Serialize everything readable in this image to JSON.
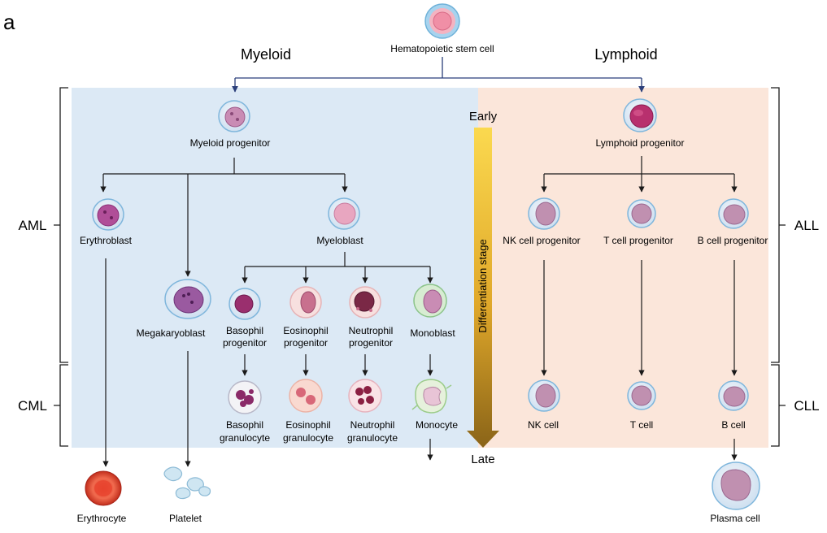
{
  "panel_label": "a",
  "root": {
    "label": "Hematopoietic stem cell"
  },
  "branches": {
    "myeloid": "Myeloid",
    "lymphoid": "Lymphoid"
  },
  "stages": {
    "early": "Early",
    "late": "Late",
    "axis_label": "Differentiation stage"
  },
  "leukemia": {
    "aml": "AML",
    "cml": "CML",
    "all": "ALL",
    "cll": "CLL"
  },
  "myeloid": {
    "progenitor": "Myeloid progenitor",
    "erythroblast": "Erythroblast",
    "megakaryoblast": "Megakaryoblast",
    "myeloblast": "Myeloblast",
    "basophil_progenitor": [
      "Basophil",
      "progenitor"
    ],
    "eosinophil_progenitor": [
      "Eosinophil",
      "progenitor"
    ],
    "neutrophil_progenitor": [
      "Neutrophil",
      "progenitor"
    ],
    "monoblast": "Monoblast",
    "basophil_granulocyte": [
      "Basophil",
      "granulocyte"
    ],
    "eosinophil_granulocyte": [
      "Eosinophil",
      "granulocyte"
    ],
    "neutrophil_granulocyte": [
      "Neutrophil",
      "granulocyte"
    ],
    "monocyte": "Monocyte",
    "erythrocyte": "Erythrocyte",
    "platelet": "Platelet"
  },
  "lymphoid": {
    "progenitor": "Lymphoid progenitor",
    "nk_progenitor": "NK cell progenitor",
    "t_progenitor": "T cell progenitor",
    "b_progenitor": "B cell progenitor",
    "nk_cell": "NK cell",
    "t_cell": "T cell",
    "b_cell": "B cell",
    "plasma_cell": "Plasma cell"
  },
  "colors": {
    "myeloid_bg": "#dce9f5",
    "lymphoid_bg": "#fbe6da",
    "root_line": "#2b3f7a",
    "arrow": "#1a1a1a",
    "stage_arrow_top": "#f9d24a",
    "stage_arrow_bottom": "#8a6418"
  }
}
